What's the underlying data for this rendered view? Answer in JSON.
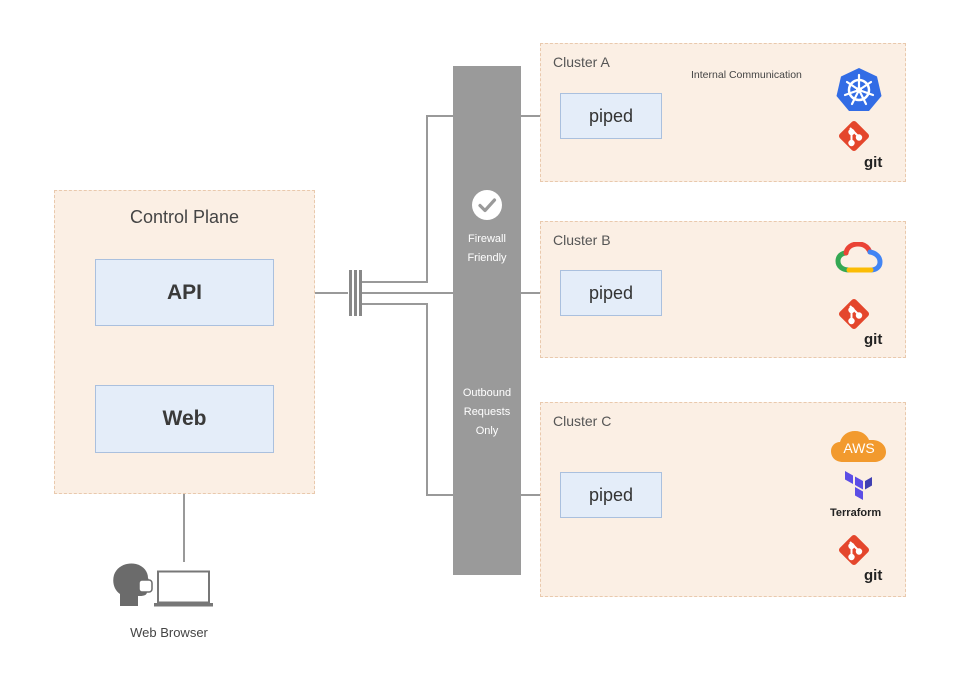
{
  "control_plane": {
    "title": "Control Plane",
    "api_label": "API",
    "web_label": "Web"
  },
  "firewall": {
    "label_top_line1": "Firewall",
    "label_top_line2": "Friendly",
    "label_bottom_line1": "Outbound",
    "label_bottom_line2": "Requests",
    "label_bottom_line3": "Only"
  },
  "clusters": [
    {
      "title": "Cluster A",
      "piped_label": "piped",
      "note": "Internal Communication",
      "targets": [
        "kubernetes-icon",
        "git-icon"
      ]
    },
    {
      "title": "Cluster B",
      "piped_label": "piped",
      "targets": [
        "google-cloud-icon",
        "git-icon"
      ]
    },
    {
      "title": "Cluster C",
      "piped_label": "piped",
      "targets": [
        "aws-icon",
        "terraform-icon",
        "git-icon"
      ]
    }
  ],
  "icons": {
    "aws_text": "AWS",
    "terraform_text": "Terraform",
    "git_text": "git"
  },
  "user": {
    "label": "Web Browser"
  },
  "colors": {
    "panel_fill": "#fbefe4",
    "panel_border": "#e9c9ad",
    "box_fill": "#e4edf9",
    "box_border": "#aac0de",
    "firewall": "#9a9a9a",
    "git": "#e4462c",
    "kubernetes": "#326ce5",
    "aws": "#f29a2e",
    "terraform": "#5c4ee5"
  }
}
